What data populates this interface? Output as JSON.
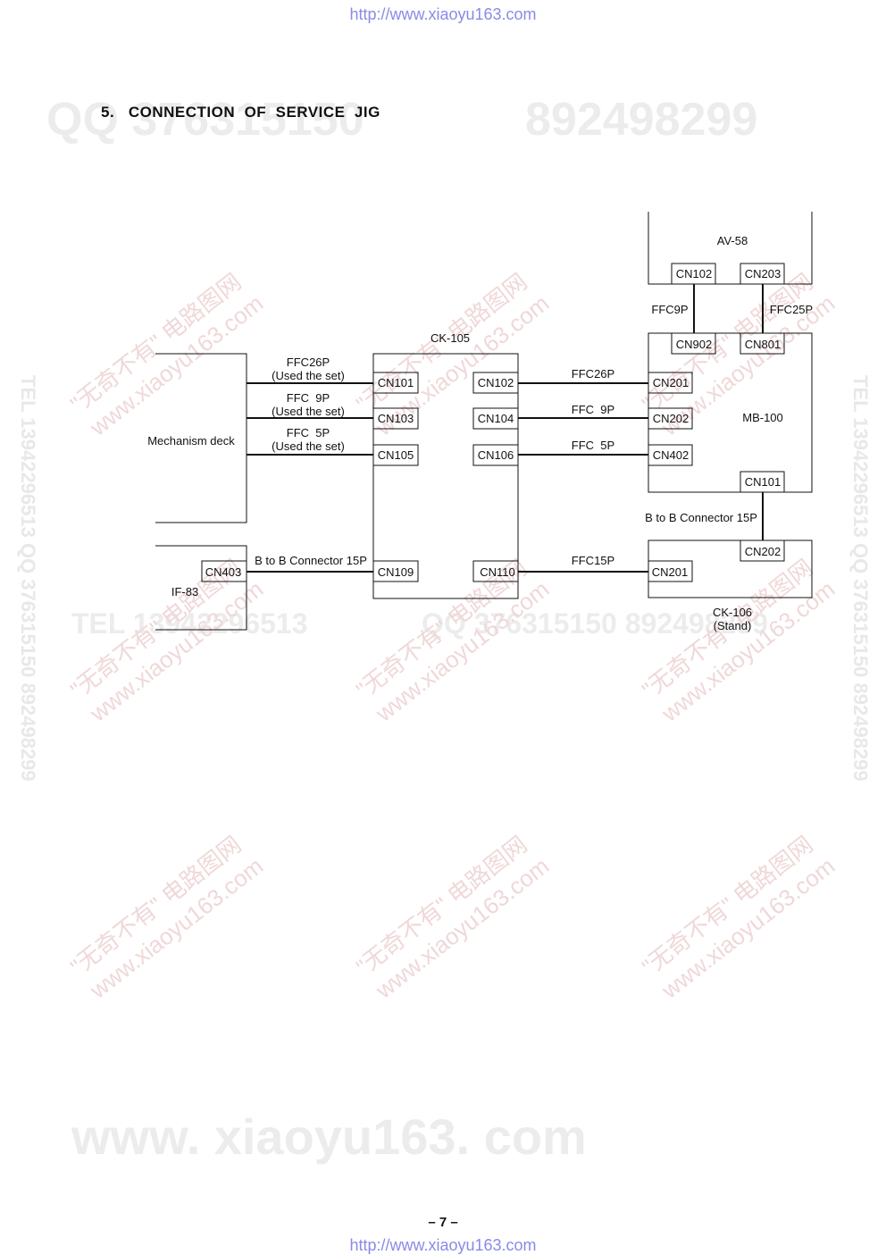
{
  "header": {
    "url": "http://www.xiaoyu163.com"
  },
  "footer": {
    "url": "http://www.xiaoyu163.com",
    "page": "– 7 –"
  },
  "title": "5.   CONNECTION  OF  SERVICE  JIG",
  "watermarks": {
    "qq": "QQ 376315150",
    "num": "892498299",
    "tel": "TEL 13942296513",
    "qq2": "QQ 376315150 892498299",
    "www": "www. xiaoyu163. com",
    "side": "TEL 13942296513 QQ 376315150 892498299",
    "diag1": "\"无奇不有\" 电路图网",
    "diag2": "www.xiaoyu163.com"
  },
  "diagram": {
    "boards": {
      "av58": "AV-58",
      "ck105": "CK-105",
      "mb100": "MB-100",
      "mechanism": "Mechanism deck",
      "if83": "IF-83",
      "ck106": "CK-106",
      "ck106_sub": "(Stand)"
    },
    "connectors": {
      "av_cn102": "CN102",
      "av_cn203": "CN203",
      "mb_cn902": "CN902",
      "mb_cn801": "CN801",
      "mb_cn201": "CN201",
      "mb_cn202": "CN202",
      "mb_cn402": "CN402",
      "mb_cn101": "CN101",
      "ck_cn101": "CN101",
      "ck_cn103": "CN103",
      "ck_cn105": "CN105",
      "ck_cn109": "CN109",
      "ck_cn102": "CN102",
      "ck_cn104": "CN104",
      "ck_cn106": "CN106",
      "ck_cn110": "CN110",
      "if_cn403": "CN403",
      "ck106_cn202": "CN202",
      "ck106_cn201": "CN201"
    },
    "cables": {
      "ffc9p_top": "FFC9P",
      "ffc25p": "FFC25P",
      "left1": "FFC26P",
      "left1_sub": "(Used the set)",
      "left2": "FFC  9P",
      "left2_sub": "(Used the set)",
      "left3": "FFC  5P",
      "left3_sub": "(Used the set)",
      "right1": "FFC26P",
      "right2": "FFC  9P",
      "right3": "FFC  5P",
      "btob_left": "B to B Connector 15P",
      "ffc15p": "FFC15P",
      "btob_right": "B to B Connector 15P"
    }
  }
}
